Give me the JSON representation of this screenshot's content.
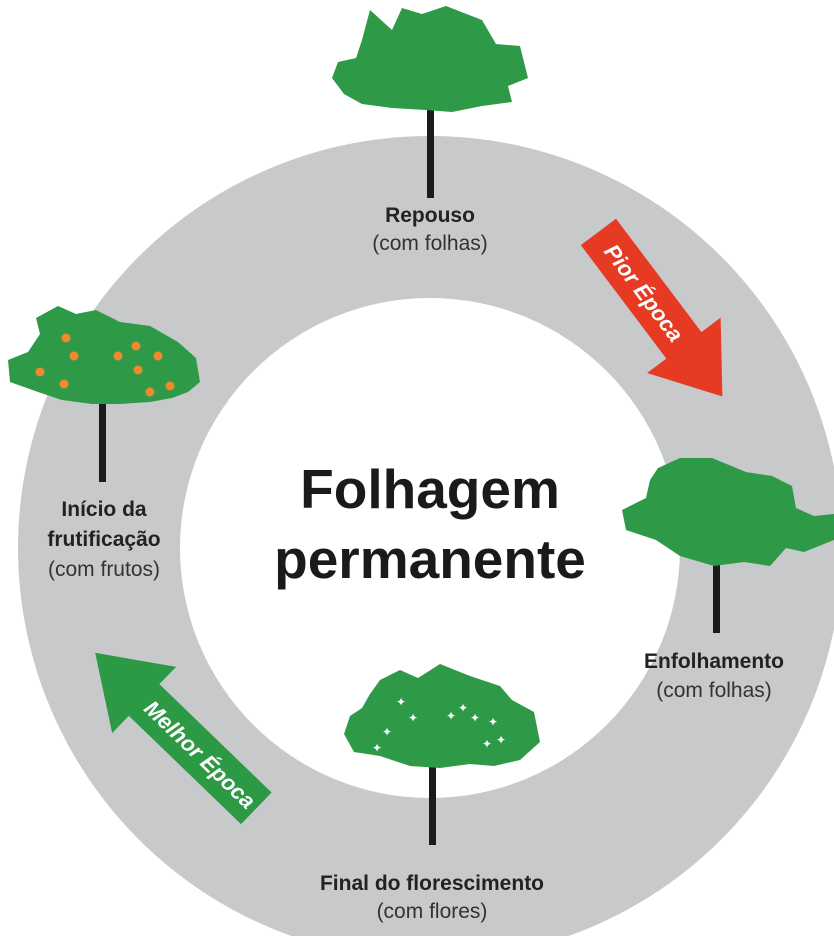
{
  "title": {
    "line1": "Folhagem",
    "line2": "permanente"
  },
  "stages": {
    "repouso": {
      "name": "Repouso",
      "note": "(com folhas)"
    },
    "enfolhamento": {
      "name": "Enfolhamento",
      "note": "(com folhas)"
    },
    "florescimento": {
      "name": "Final do florescimento",
      "note": "(com flores)"
    },
    "frutificacao": {
      "name_line1": "Início da",
      "name_line2": "frutificação",
      "note": "(com frutos)"
    }
  },
  "arrows": {
    "worst": {
      "label": "Pior Época",
      "color": "#e63a22"
    },
    "best": {
      "label": "Melhor Época",
      "color": "#2c9a45"
    }
  },
  "colors": {
    "ring": "#c8c9cb",
    "foliage": "#2e9a48",
    "trunk": "#1b1b1b",
    "fruit": "#f08a2c",
    "flower": "#ffffff"
  }
}
